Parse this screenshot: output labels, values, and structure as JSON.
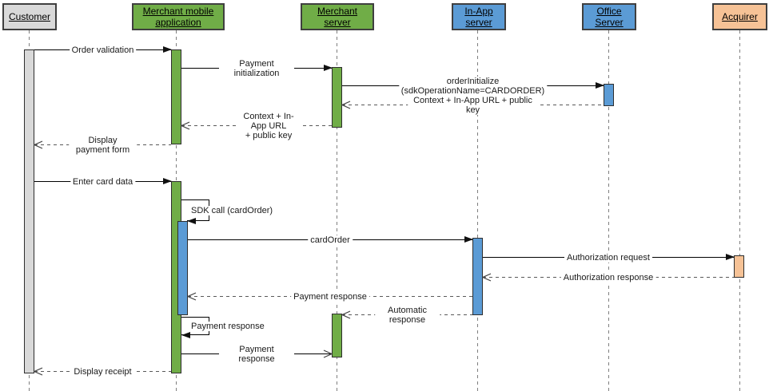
{
  "diagram": {
    "type": "uml-sequence-diagram",
    "participants": [
      {
        "name": "customer",
        "label": "Customer",
        "fill": "#D9D9D9"
      },
      {
        "name": "merchant-mobile-application",
        "label": "Merchant mobile application",
        "fill": "#70AD47"
      },
      {
        "name": "merchant-server",
        "label": "Merchant server",
        "fill": "#70AD47"
      },
      {
        "name": "in-app-server",
        "label": "In-App server",
        "fill": "#5B9BD5"
      },
      {
        "name": "office-server",
        "label": "Office Server",
        "fill": "#5B9BD5"
      },
      {
        "name": "acquirer",
        "label": "Acquirer",
        "fill": "#F6C296"
      }
    ],
    "messages": [
      {
        "label": "Order validation",
        "from": "Customer",
        "to": "Merchant mobile application",
        "style": "solid"
      },
      {
        "label": "Payment initialization",
        "from": "Merchant mobile application",
        "to": "Merchant server",
        "style": "solid"
      },
      {
        "label": "orderInitialize (sdkOperationName=CARDORDER)",
        "from": "Merchant server",
        "to": "Office Server",
        "style": "solid"
      },
      {
        "label": "Context + In-App URL + public key",
        "from": "Office Server",
        "to": "Merchant server",
        "style": "dashed"
      },
      {
        "label": "Context + In-App URL\n+ public key",
        "from": "Merchant server",
        "to": "Merchant mobile application",
        "style": "dashed"
      },
      {
        "label": "Display payment form",
        "from": "Merchant mobile application",
        "to": "Customer",
        "style": "dashed"
      },
      {
        "label": "Enter card data",
        "from": "Customer",
        "to": "Merchant mobile application",
        "style": "solid"
      },
      {
        "label": "SDK call (cardOrder)",
        "from": "Merchant mobile application",
        "to": "Merchant mobile application",
        "style": "self"
      },
      {
        "label": "cardOrder",
        "from": "Merchant mobile application",
        "to": "In-App server",
        "style": "solid"
      },
      {
        "label": "Authorization request",
        "from": "In-App server",
        "to": "Acquirer",
        "style": "solid"
      },
      {
        "label": "Authorization response",
        "from": "Acquirer",
        "to": "In-App server",
        "style": "dashed"
      },
      {
        "label": "Payment response",
        "from": "In-App server",
        "to": "Merchant mobile application",
        "style": "dashed"
      },
      {
        "label": "Automatic response",
        "from": "In-App server",
        "to": "Merchant server",
        "style": "dashed"
      },
      {
        "label": "Payment response",
        "from": "Merchant mobile application",
        "to": "Merchant mobile application",
        "style": "self"
      },
      {
        "label": "Payment response",
        "from": "Merchant mobile application",
        "to": "Merchant server",
        "style": "solid-open"
      },
      {
        "label": "Display receipt",
        "from": "Merchant mobile application",
        "to": "Customer",
        "style": "dashed"
      }
    ],
    "colors": {
      "participant_gray": "#D9D9D9",
      "participant_green": "#70AD47",
      "participant_blue": "#5B9BD5",
      "participant_orange": "#F6C296",
      "box_border": "#3F3F3F",
      "solid_line": "#000000",
      "dashed_line": "#595959",
      "lifeline": "#7F7F7F"
    }
  }
}
